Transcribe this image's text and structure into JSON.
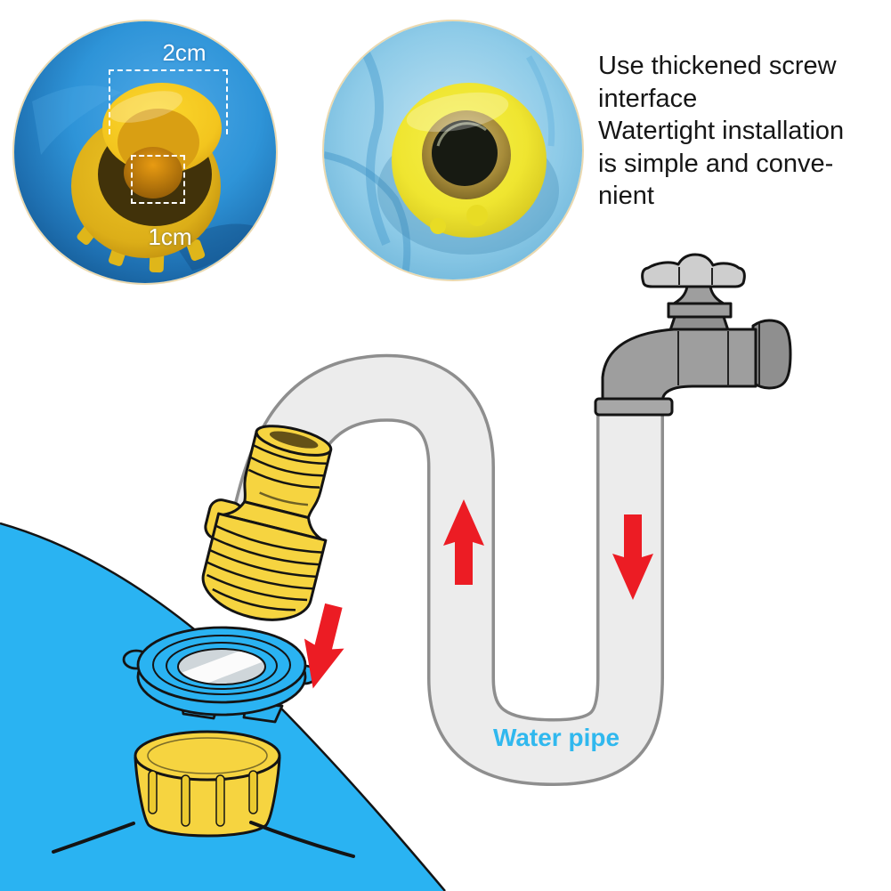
{
  "photo_measurements": {
    "top_label": "2cm",
    "bottom_label": "1cm"
  },
  "description": {
    "lines": [
      "Use thickened screw",
      "interface",
      "Watertight installation",
      "is simple and conve-",
      "nient"
    ]
  },
  "pipe": {
    "label": "Water pipe"
  },
  "colors": {
    "pool_blue": "#2ab3f2",
    "arrow_red": "#ec1c24",
    "connector_yellow": "#f6d440",
    "pipe_fill": "#ececec",
    "pipe_outline": "#8e8e8e",
    "faucet_gray": "#9e9e9e",
    "faucet_handle": "#cecece",
    "label_cyan": "#30b8ee",
    "measure_white": "#ffffff",
    "text_color": "#161616",
    "photo_border": "#ead9b0"
  }
}
